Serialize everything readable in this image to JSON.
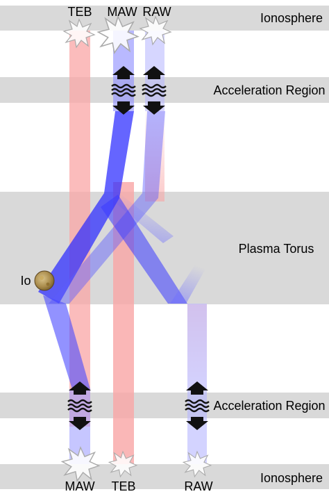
{
  "regions": {
    "ionosphere_top": "Ionosphere",
    "acceleration_top": "Acceleration Region",
    "plasma_torus": "Plasma Torus",
    "acceleration_bottom": "Acceleration Region",
    "ionosphere_bottom": "Ionosphere"
  },
  "beams_top": {
    "teb": "TEB",
    "maw": "MAW",
    "raw": "RAW"
  },
  "beams_bottom": {
    "maw": "MAW",
    "teb": "TEB",
    "raw": "RAW"
  },
  "moon": {
    "label": "Io"
  },
  "colors": {
    "band_gray": "#d9d9d9",
    "teb_red": "#f9a5a5",
    "alfven_blue": "#3a3aff",
    "io_brown": "#a88a4a"
  },
  "icons": [
    "star-burst-icon",
    "double-arrow-icon",
    "wave-icon",
    "moon-io-icon"
  ]
}
